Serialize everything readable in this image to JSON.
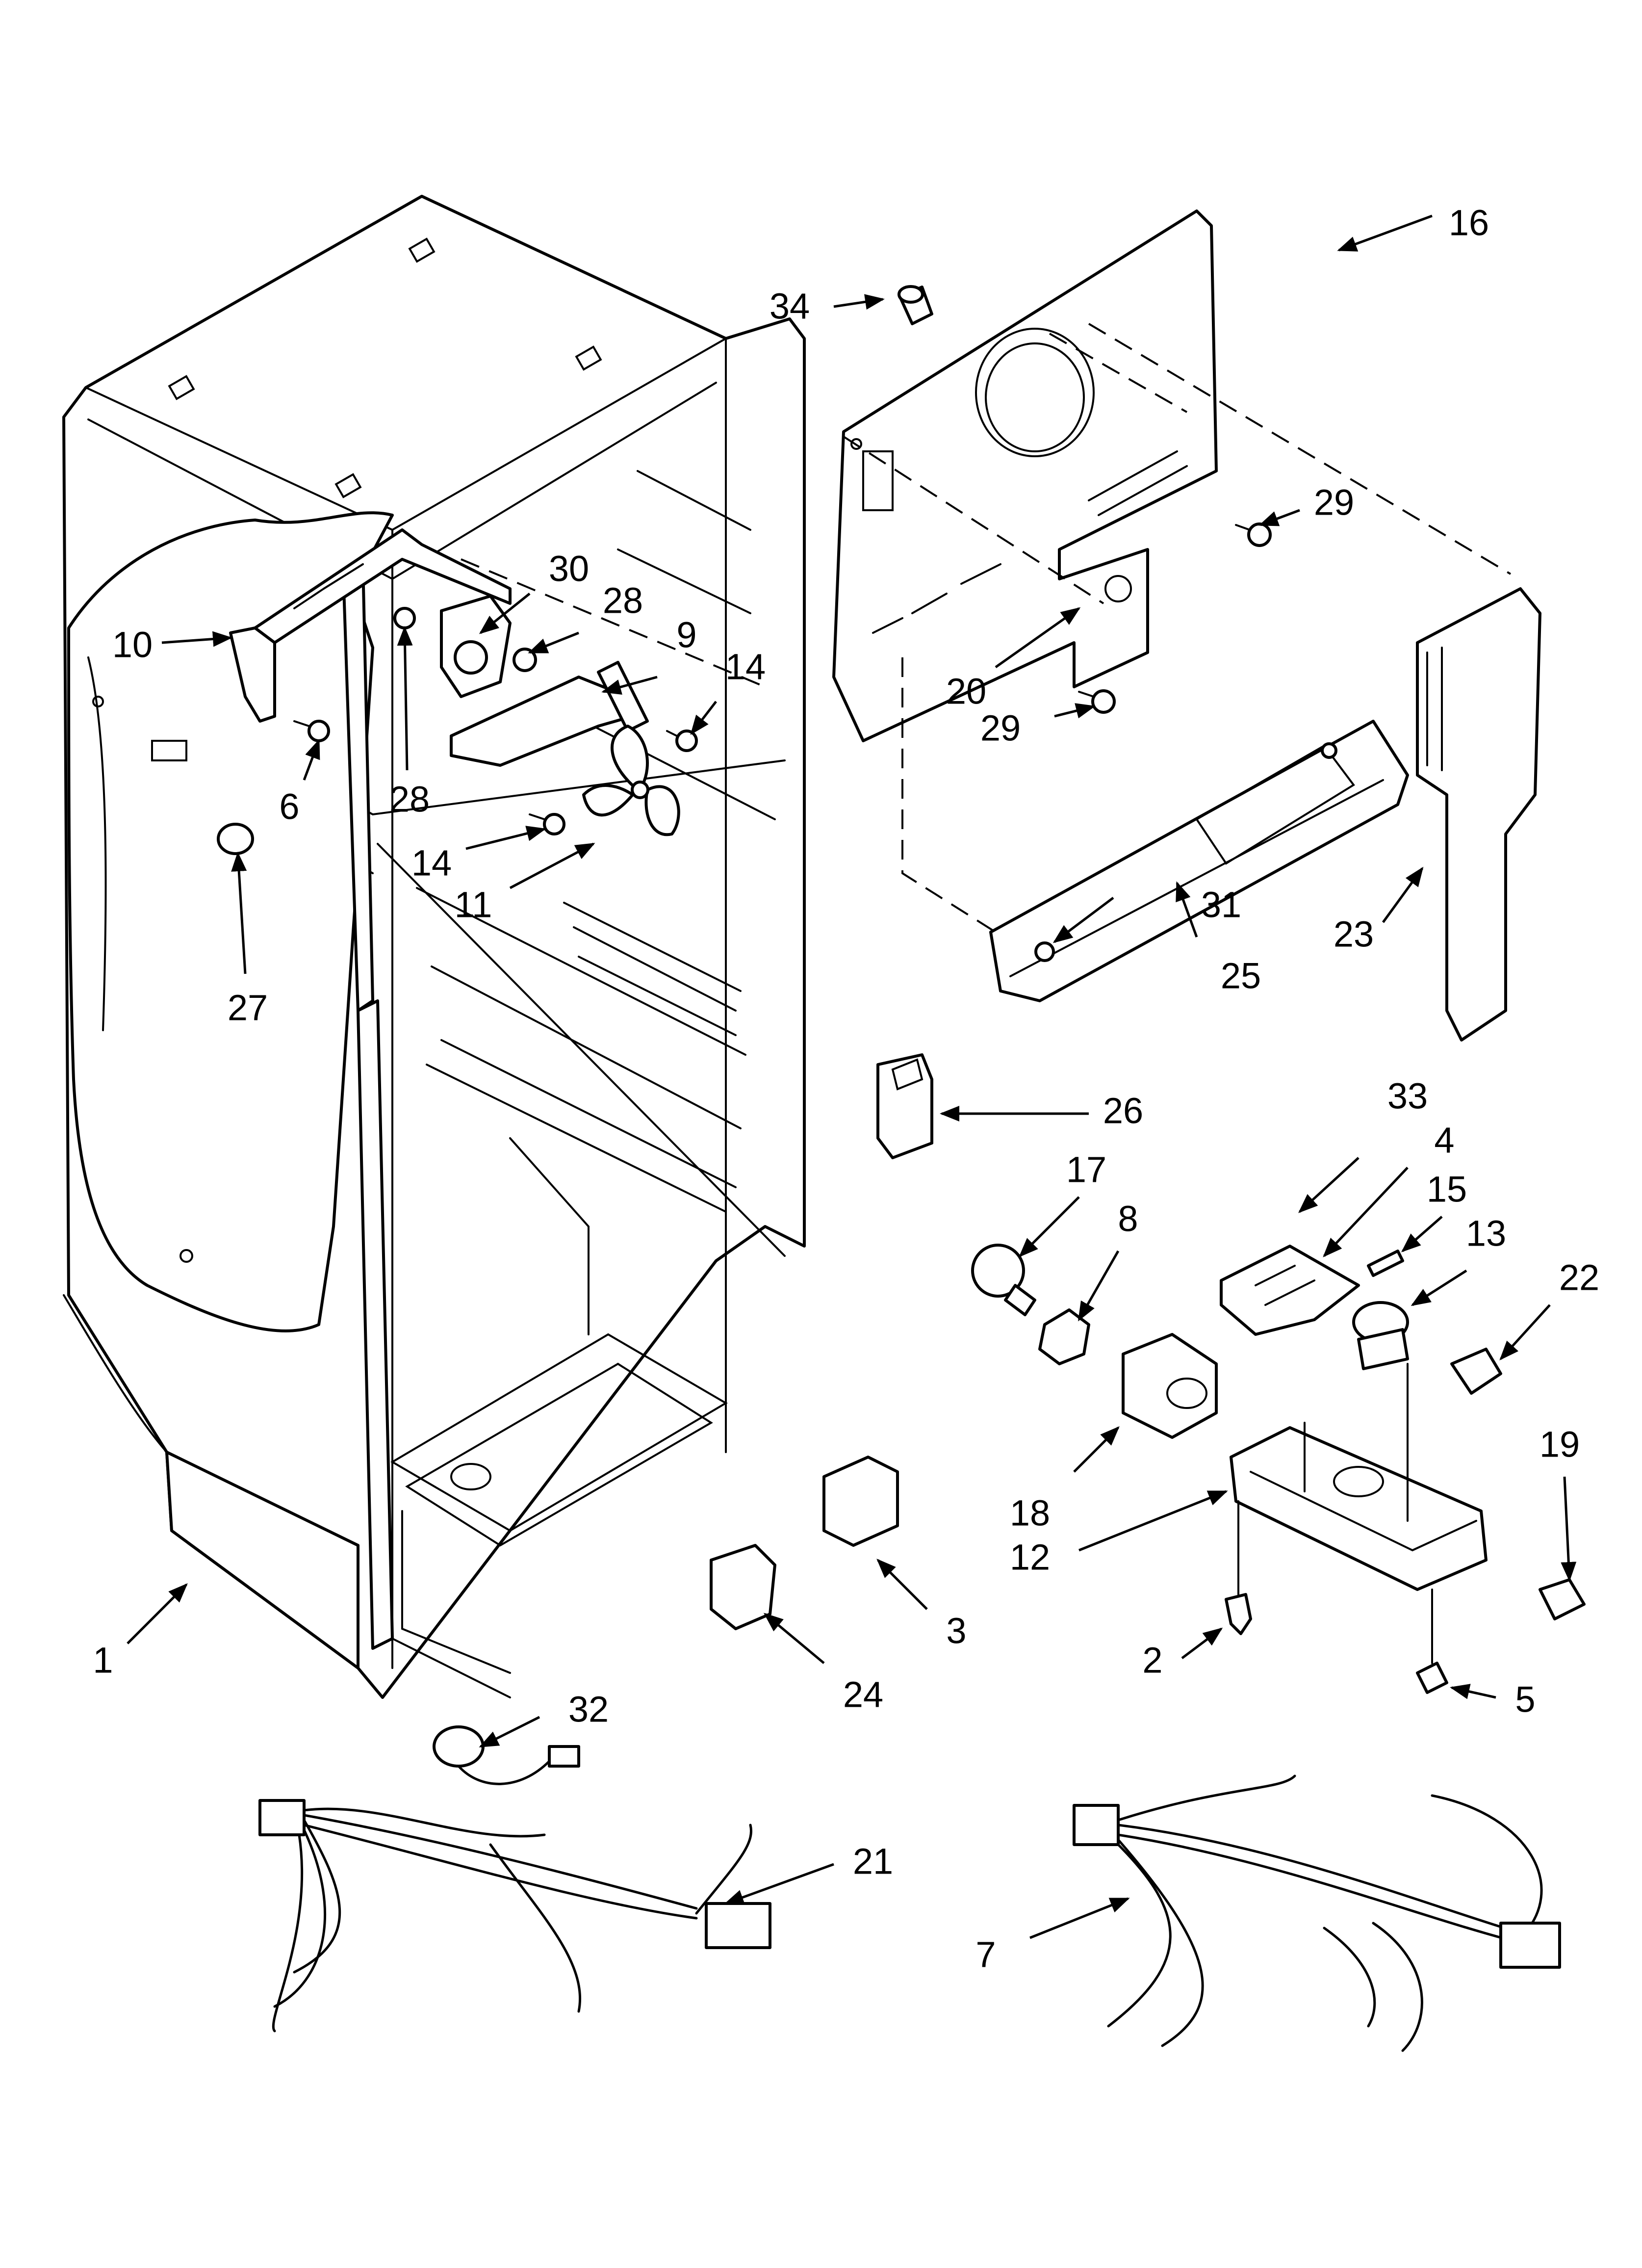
{
  "colors": {
    "line": "#000000",
    "background": "#ffffff"
  },
  "callouts": {
    "c1": "1",
    "c2": "2",
    "c3": "3",
    "c4": "4",
    "c5": "5",
    "c6": "6",
    "c7": "7",
    "c8": "8",
    "c9": "9",
    "c10": "10",
    "c11": "11",
    "c12": "12",
    "c13": "13",
    "c14a": "14",
    "c14b": "14",
    "c15": "15",
    "c16": "16",
    "c17": "17",
    "c18": "18",
    "c19": "19",
    "c20": "20",
    "c21": "21",
    "c22": "22",
    "c23": "23",
    "c24": "24",
    "c25": "25",
    "c26": "26",
    "c27": "27",
    "c28a": "28",
    "c28b": "28",
    "c29a": "29",
    "c29b": "29",
    "c30": "30",
    "c31": "31",
    "c32": "32",
    "c33": "33",
    "c34": "34"
  }
}
